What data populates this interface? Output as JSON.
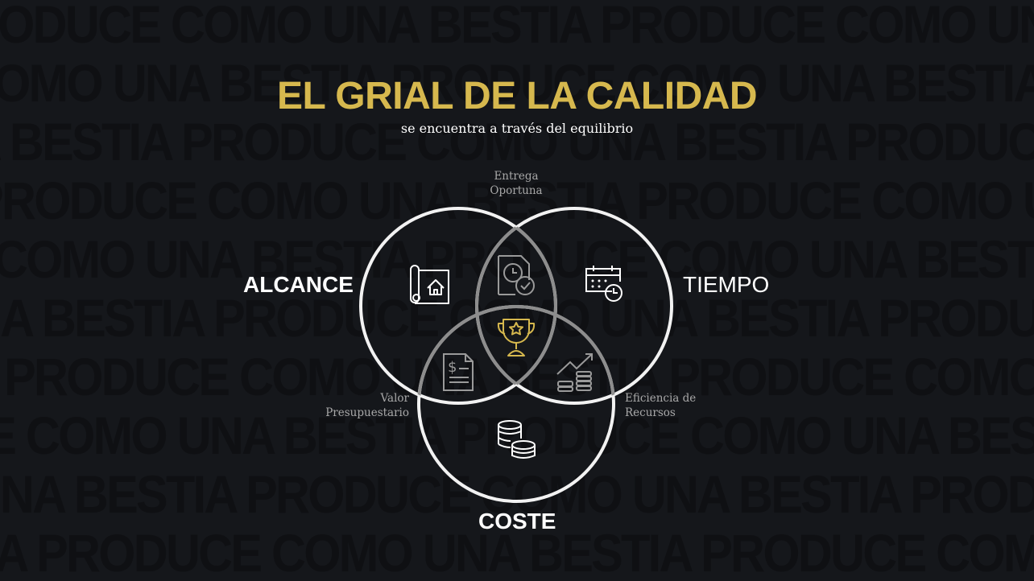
{
  "watermark": {
    "phrase": "PRODUCE COMO UNA BESTIA"
  },
  "title": "EL GRIAL DE LA CALIDAD",
  "subtitle": "se encuentra a través del equilibrio",
  "circles": {
    "scope": "ALCANCE",
    "time": "TIEMPO",
    "cost": "COSTE"
  },
  "intersections": {
    "scope_time": [
      "Entrega",
      "Oportuna"
    ],
    "scope_cost": [
      "Valor",
      "Presupuestario"
    ],
    "time_cost": [
      "Eficiencia de",
      "Recursos"
    ]
  },
  "colors": {
    "background": "#15171b",
    "accent": "#d6b84e",
    "circle": "#f2f2f2",
    "inner": "#8d8d8d"
  }
}
